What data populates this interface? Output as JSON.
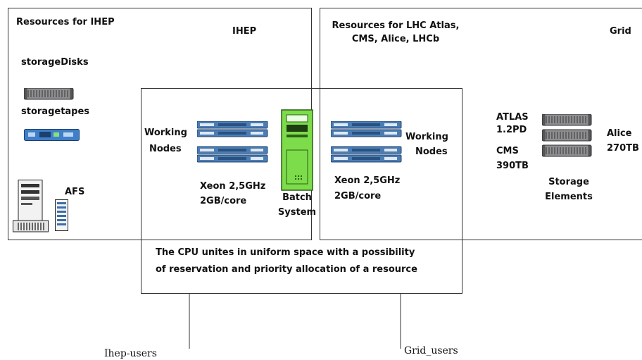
{
  "ihep_box": {
    "title": "Resources for IHEP",
    "corner_label": "IHEP",
    "storage_disks": "storageDisks",
    "storage_tapes": "storagetapes",
    "afs": "AFS"
  },
  "grid_box": {
    "title_line1": "Resources for LHC Atlas,",
    "title_line2": "CMS, Alice, LHCb",
    "corner_label": "Grid",
    "atlas": "ATLAS",
    "atlas_size": "1.2PD",
    "cms": "CMS",
    "cms_size": "390TB",
    "alice": "Alice",
    "alice_size": "270TB",
    "storage_line1": "Storage",
    "storage_line2": "Elements"
  },
  "cpu_box": {
    "left_nodes_line1": "Working",
    "left_nodes_line2": "Nodes",
    "left_cpu": "Xeon 2,5GHz",
    "left_mem": "2GB/core",
    "right_nodes_line1": "Working",
    "right_nodes_line2": "Nodes",
    "right_cpu": "Xeon 2,5GHz",
    "right_mem": "2GB/core",
    "batch_line1": "Batch",
    "batch_line2": "System",
    "description_line1": "The CPU unites in uniform space with a possibility",
    "description_line2": "of reservation and priority allocation of a resource"
  },
  "users": {
    "ihep": "Ihep-users",
    "grid": "Grid_users"
  },
  "colors": {
    "server_blue": "#3b6ea8",
    "batch_green": "#7ddc4a"
  }
}
